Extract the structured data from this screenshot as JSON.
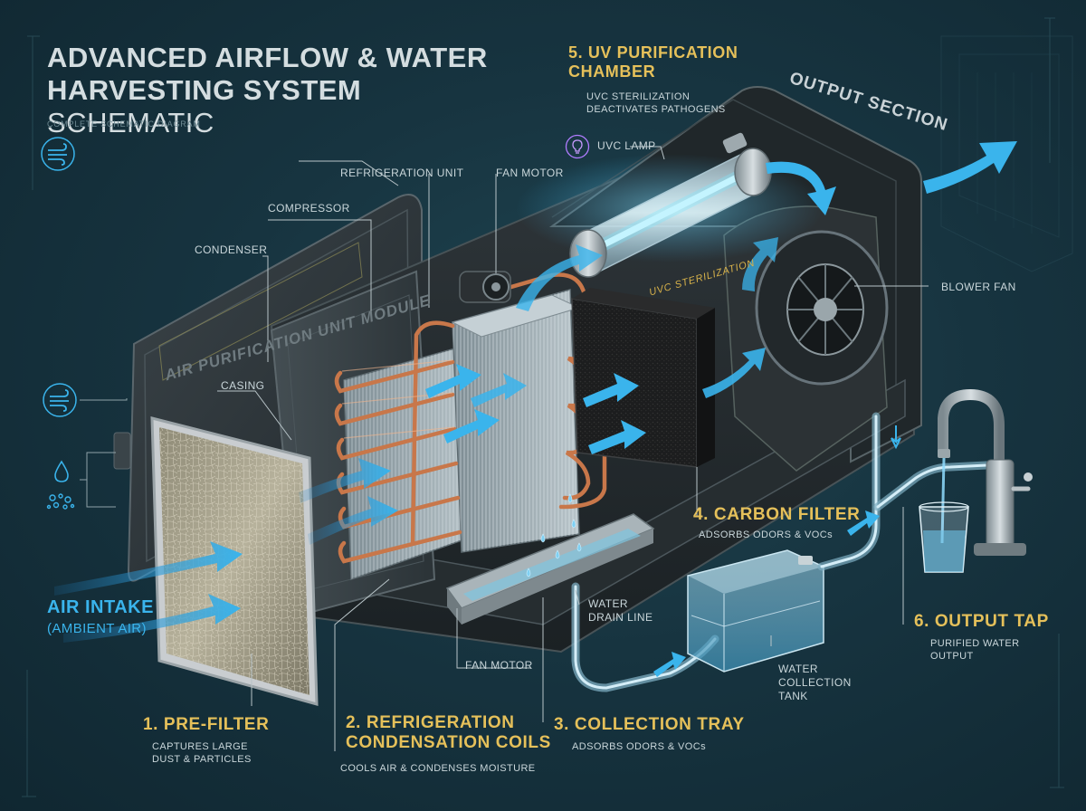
{
  "header": {
    "title_bold": "ADVANCED AIRFLOW & WATER HARVESTING SYSTEM",
    "title_light": "SCHEMATIC",
    "subtitle": "COMPLETE SCHEMATIC DIAGRAM"
  },
  "colors": {
    "background": "#173440",
    "accent_gold": "#e5c05a",
    "airflow_blue": "#3ab4ec",
    "copper": "#c8774a",
    "label_text": "#c9d6da"
  },
  "icons": [
    "wind-icon",
    "water-drop-icon",
    "particles-icon",
    "uv-lamp-icon"
  ],
  "labels": {
    "refrigeration_unit": "REFRIGERATION UNIT",
    "fan_motor_top": "FAN MOTOR",
    "compressor": "COMPRESSOR",
    "condenser": "CONDENSER",
    "casing": "CASING",
    "module": "AIR PURIFICATION UNIT MODULE",
    "uvc_lamp": "UVC LAMP",
    "uvc_sterilization": "UVC STERILIZATION",
    "output_section": "OUTPUT SECTION",
    "blower_fan": "BLOWER FAN",
    "water_drain_line": "WATER\nDRAIN LINE",
    "fan_motor_bottom": "FAN MOTOR",
    "water_collection_tank": "WATER\nCOLLECTION\nTANK",
    "air_intake": "AIR INTAKE",
    "air_intake_sub": "(AMBIENT AIR)"
  },
  "steps": [
    {
      "title": "1. PRE-FILTER",
      "desc": "CAPTURES LARGE\nDUST & PARTICLES"
    },
    {
      "title": "2. REFRIGERATION\nCONDENSATION COILS",
      "desc": "COOLS AIR & CONDENSES MOISTURE"
    },
    {
      "title": "3. COLLECTION TRAY",
      "desc": "ADSORBS ODORS & VOCs"
    },
    {
      "title": "4. CARBON FILTER",
      "desc": "ADSORBS ODORS & VOCs"
    },
    {
      "title": "5. UV PURIFICATION\nCHAMBER",
      "desc": "UVC STERILIZATION\nDEACTIVATES PATHOGENS"
    },
    {
      "title": "6. OUTPUT TAP",
      "desc": "PURIFIED WATER\nOUTPUT"
    }
  ]
}
